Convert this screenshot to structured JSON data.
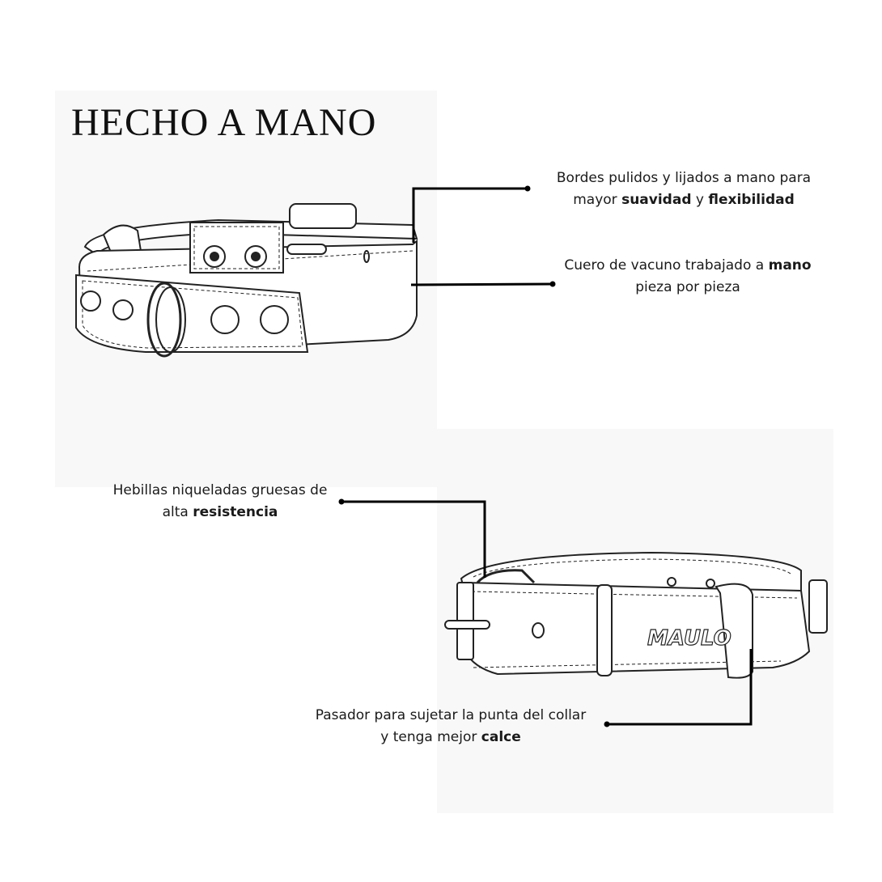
{
  "title": "HECHO A MANO",
  "callouts": [
    {
      "id": "bordes",
      "pre": "Bordes pulidos y lijados a mano para",
      "line2_pre": "mayor ",
      "b1": "suavidad",
      "mid": " y ",
      "b2": "flexibilidad"
    },
    {
      "id": "cuero",
      "pre": "Cuero de vacuno trabajado a ",
      "b1": "mano",
      "line2": "pieza por pieza"
    },
    {
      "id": "hebillas",
      "pre": "Hebillas niqueladas gruesas de",
      "line2_pre": "alta ",
      "b1": "resistencia"
    },
    {
      "id": "pasador",
      "pre": "Pasador para sujetar la punta del collar",
      "line2_pre": "y tenga mejor ",
      "b1": "calce"
    }
  ],
  "brand_engraving": "MAULO"
}
